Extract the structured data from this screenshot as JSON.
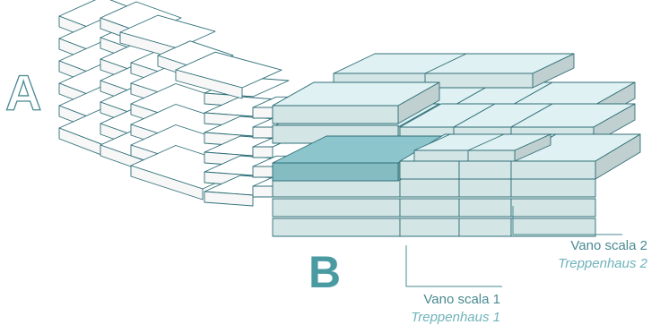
{
  "building_a": {
    "letter": "A"
  },
  "building_b": {
    "letter": "B"
  },
  "callouts": [
    {
      "main": "Vano scala 1",
      "sub": "Treppenhaus 1"
    },
    {
      "main": "Vano scala 2",
      "sub": "Treppenhaus 2"
    }
  ],
  "colors": {
    "outline": "#2f6f78",
    "block_a_fill": "#ffffff",
    "block_b_fill": "#dff1f2",
    "highlight_fill": "#8cc6cc",
    "label": "#4a8a92",
    "label_sub": "#6fb3bb"
  }
}
